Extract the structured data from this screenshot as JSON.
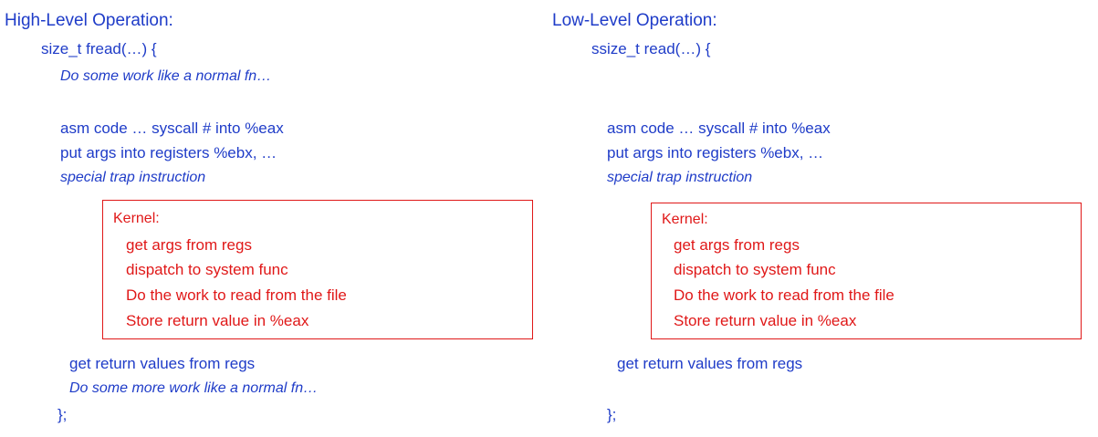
{
  "left": {
    "heading": "High-Level Operation:",
    "signature": "size_t fread(…) {",
    "pre_note": "Do some work like a normal fn…",
    "asm_lines": [
      "asm code … syscall # into %eax",
      "put args into registers %ebx, …"
    ],
    "trap_note": "special trap instruction",
    "kernel": {
      "label": "Kernel:",
      "items": [
        "get args from regs",
        "dispatch to system func",
        "Do the work to read from the file",
        "Store return value in %eax"
      ]
    },
    "return_line": "get return values from regs",
    "post_note": "Do some more work like a normal fn…",
    "closing": "};"
  },
  "right": {
    "heading": "Low-Level Operation:",
    "signature": "ssize_t read(…) {",
    "asm_lines": [
      "asm code … syscall # into %eax",
      "put args into registers %ebx, …"
    ],
    "trap_note": "special trap instruction",
    "kernel": {
      "label": "Kernel:",
      "items": [
        "get args from regs",
        "dispatch to system func",
        "Do the work to read from the file",
        "Store return value in %eax"
      ]
    },
    "return_line": "get return values from regs",
    "closing": "};"
  }
}
